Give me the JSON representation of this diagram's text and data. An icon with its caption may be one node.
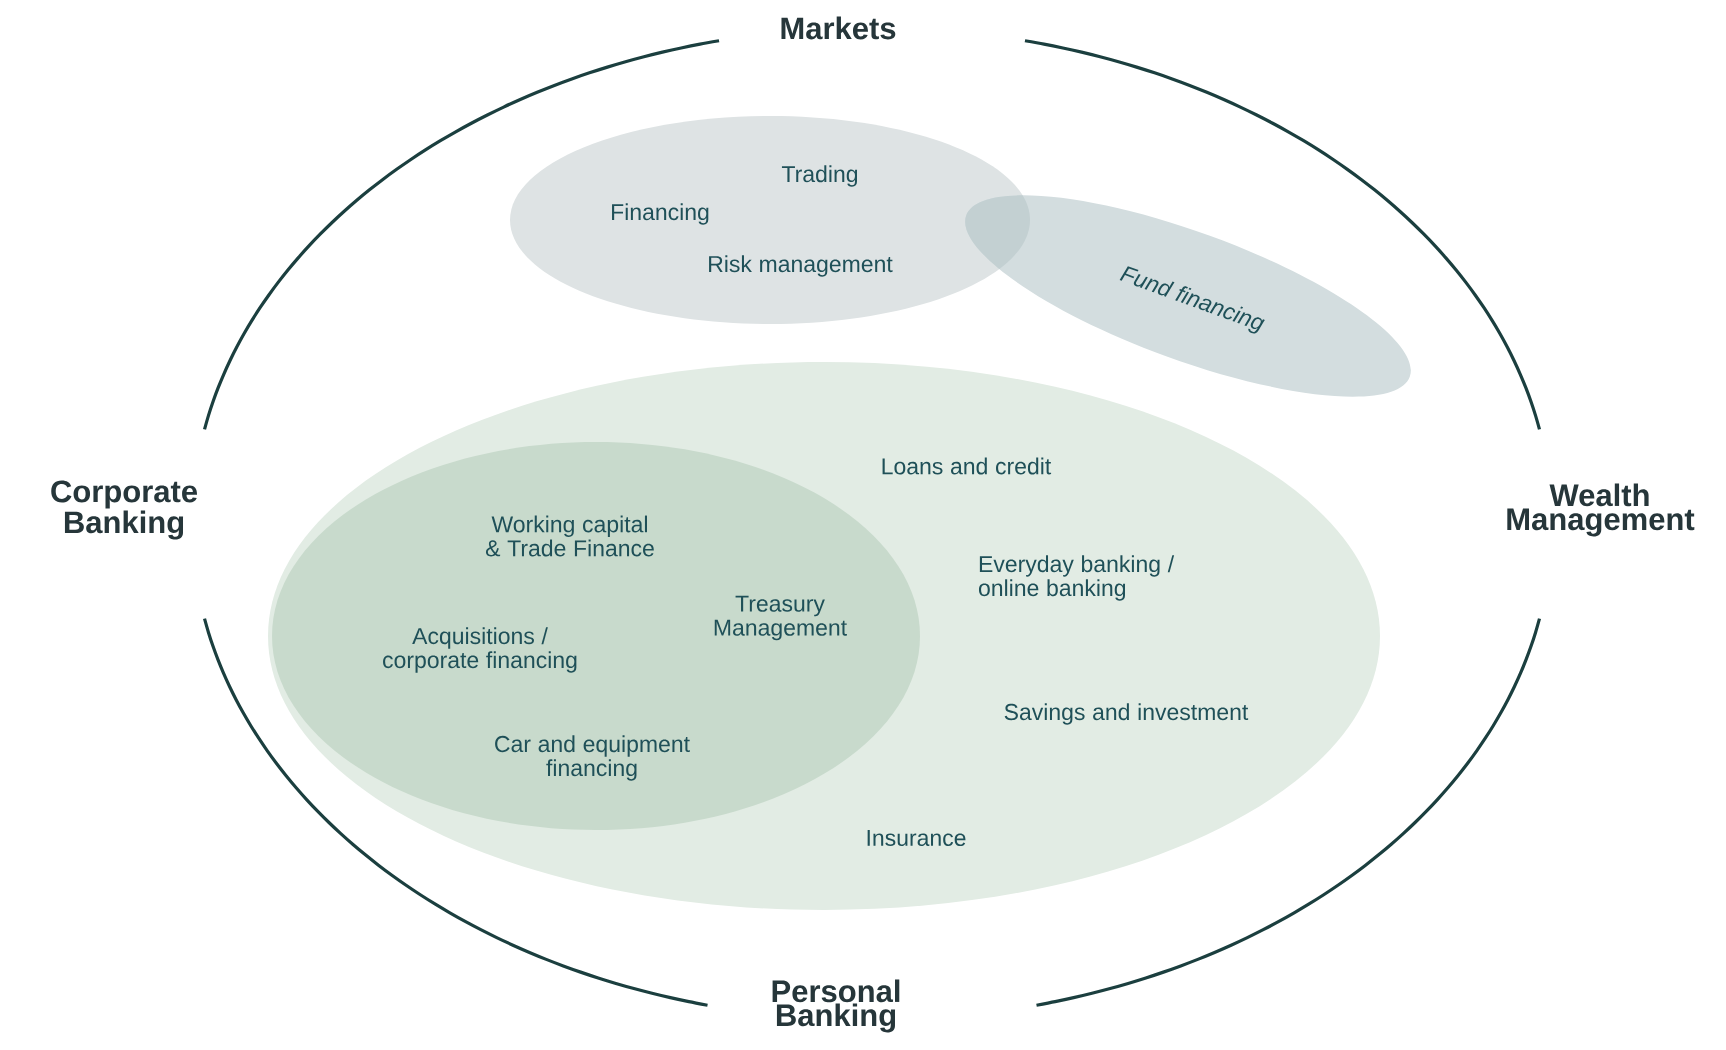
{
  "diagram": {
    "nodes": [
      {
        "text": [
          "Markets",
          "Corporate Banking",
          "Wealth Management",
          "Personal Banking"
        ]
      },
      {
        "text": [
          "Trading",
          "Financing",
          "Risk management"
        ],
        "in": 0
      },
      {
        "text": [
          "Fund financing"
        ],
        "in": 0
      },
      {
        "text": [
          "Loans and credit",
          "Everyday banking / online banking",
          "Savings and investment",
          "Insurance"
        ],
        "in": 0
      },
      {
        "text": [
          "Working capital & Trade Finance",
          "Treasury Management",
          "Acquisitions / corporate financing",
          "Car and equipment financing"
        ],
        "in": 3
      }
    ]
  }
}
